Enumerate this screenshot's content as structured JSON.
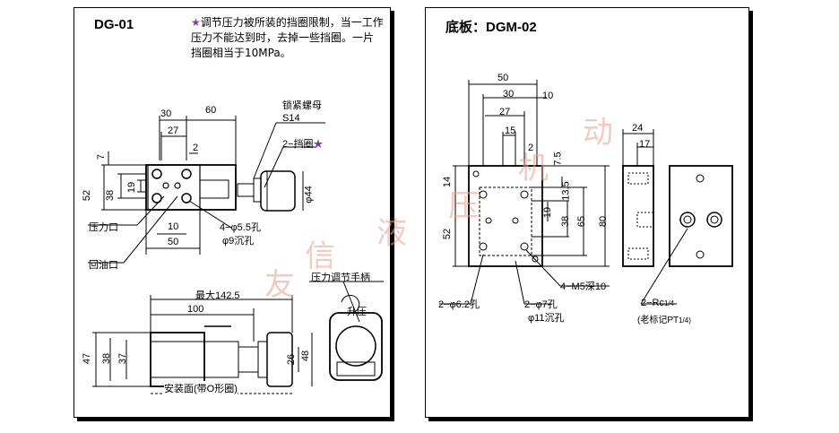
{
  "left": {
    "title": "DG-01",
    "note_star": "★",
    "note": "调节压力被所装的挡圈限制，当一工作压力不能达到时，去掉一些挡圈。一片挡圈相当于10MPa。",
    "labels": {
      "lock_nut": "锁紧螺母",
      "s14": "S14",
      "retaining_ring": "2−挡圈",
      "star2": "★",
      "pressure_port": "压力口",
      "return_port": "回油口",
      "holes": "4−φ5.5孔",
      "counterbore": "φ9沉孔",
      "adjust_handle": "压力调节手柄",
      "pressure_up": "升压",
      "mount_face": "安装面(带O形圈)",
      "max_len": "最大142.5"
    },
    "dims": [
      "30",
      "60",
      "27",
      "2",
      "7",
      "52",
      "38",
      "19",
      "φ44",
      "10",
      "50",
      "100",
      "47",
      "38",
      "37",
      "26",
      "48"
    ]
  },
  "right": {
    "title": "底板：DGM-02",
    "labels": {
      "m5": "4−M5深10",
      "holes62": "2−φ6.2孔",
      "holes7": "2−φ7孔",
      "cb11": "φ11沉孔",
      "rc": "2−Rc",
      "rc_frac": "1/4",
      "old_mark": "(老标记PT",
      "old_frac": "1/4)"
    },
    "dims": [
      "50",
      "30",
      "10",
      "27",
      "15",
      "2",
      "7.5",
      "14",
      "13.5",
      "19",
      "38",
      "65",
      "80",
      "52",
      "24",
      "17"
    ]
  },
  "watermark": [
    "友",
    "信",
    "液",
    "压",
    "机",
    "动"
  ]
}
